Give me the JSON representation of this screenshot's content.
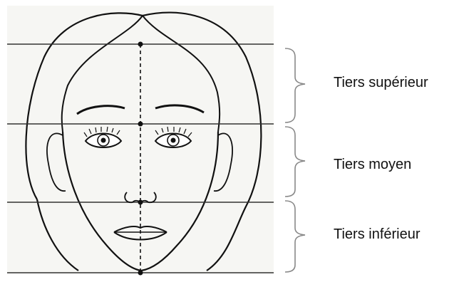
{
  "labels": {
    "upper": "Tiers supérieur",
    "middle": "Tiers moyen",
    "lower": "Tiers inférieur"
  },
  "colors": {
    "ink": "#111111",
    "paper": "#f6f6f3",
    "guide": "#333333"
  }
}
